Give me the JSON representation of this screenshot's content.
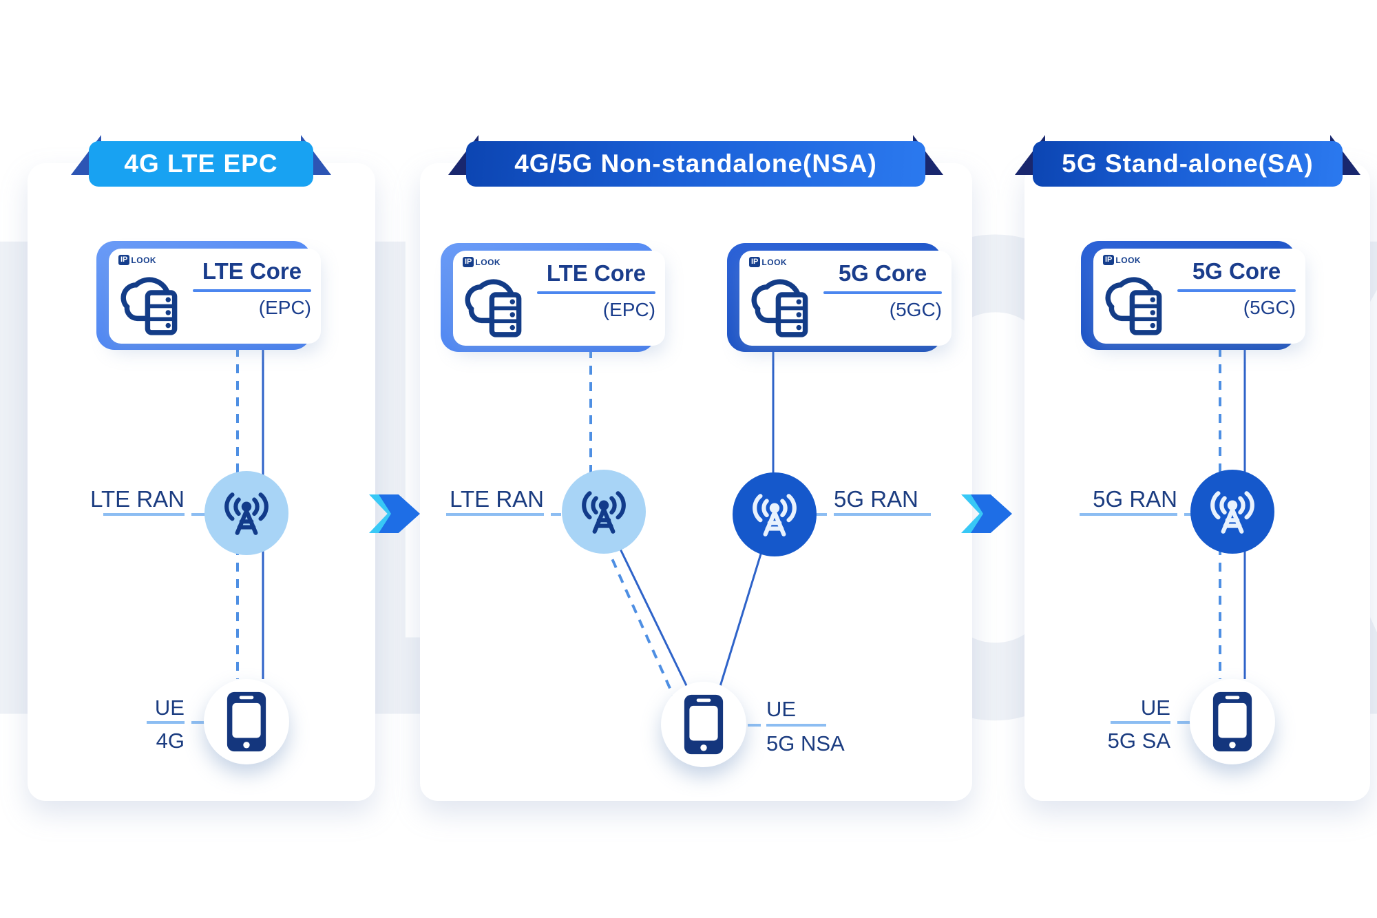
{
  "watermark": "IPLOOK",
  "brand": {
    "ip": "IP",
    "look": "LOOK"
  },
  "icons": {
    "core": "cloud-server-icon",
    "ran": "radio-tower-icon",
    "ue": "smartphone-icon",
    "transition": "double-chevron-right-icon"
  },
  "colors": {
    "ribbon_light": "#18a2f2",
    "ribbon_dark_start": "#0c45b2",
    "ribbon_dark_end": "#2b79ef",
    "lte_card_back": "#3a77f2",
    "fiveg_card_back": "#0f47b8",
    "ran_circle_light": "#a8d4f6",
    "ran_circle_dark": "#1558cb",
    "line_dashed": "#4e8fe3",
    "line_solid": "#2e63c9",
    "label_underline": "#8cbdf2",
    "arrow_cyan": "#38c8f6",
    "arrow_blue": "#1e6ee6",
    "text_navy": "#1b3c80"
  },
  "panels": [
    {
      "title": "4G LTE EPC",
      "cores": [
        {
          "name": "LTE Core",
          "sub": "(EPC)"
        }
      ],
      "rans": [
        {
          "label": "LTE RAN"
        }
      ],
      "ue": {
        "label": "UE",
        "sub": "4G"
      }
    },
    {
      "title": "4G/5G Non-standalone(NSA)",
      "cores": [
        {
          "name": "LTE Core",
          "sub": "(EPC)"
        },
        {
          "name": "5G Core",
          "sub": "(5GC)"
        }
      ],
      "rans": [
        {
          "label": "LTE RAN"
        },
        {
          "label": "5G RAN"
        }
      ],
      "ue": {
        "label": "UE",
        "sub": "5G NSA"
      }
    },
    {
      "title": "5G Stand-alone(SA)",
      "cores": [
        {
          "name": "5G Core",
          "sub": "(5GC)"
        }
      ],
      "rans": [
        {
          "label": "5G RAN"
        }
      ],
      "ue": {
        "label": "UE",
        "sub": "5G SA"
      }
    }
  ]
}
